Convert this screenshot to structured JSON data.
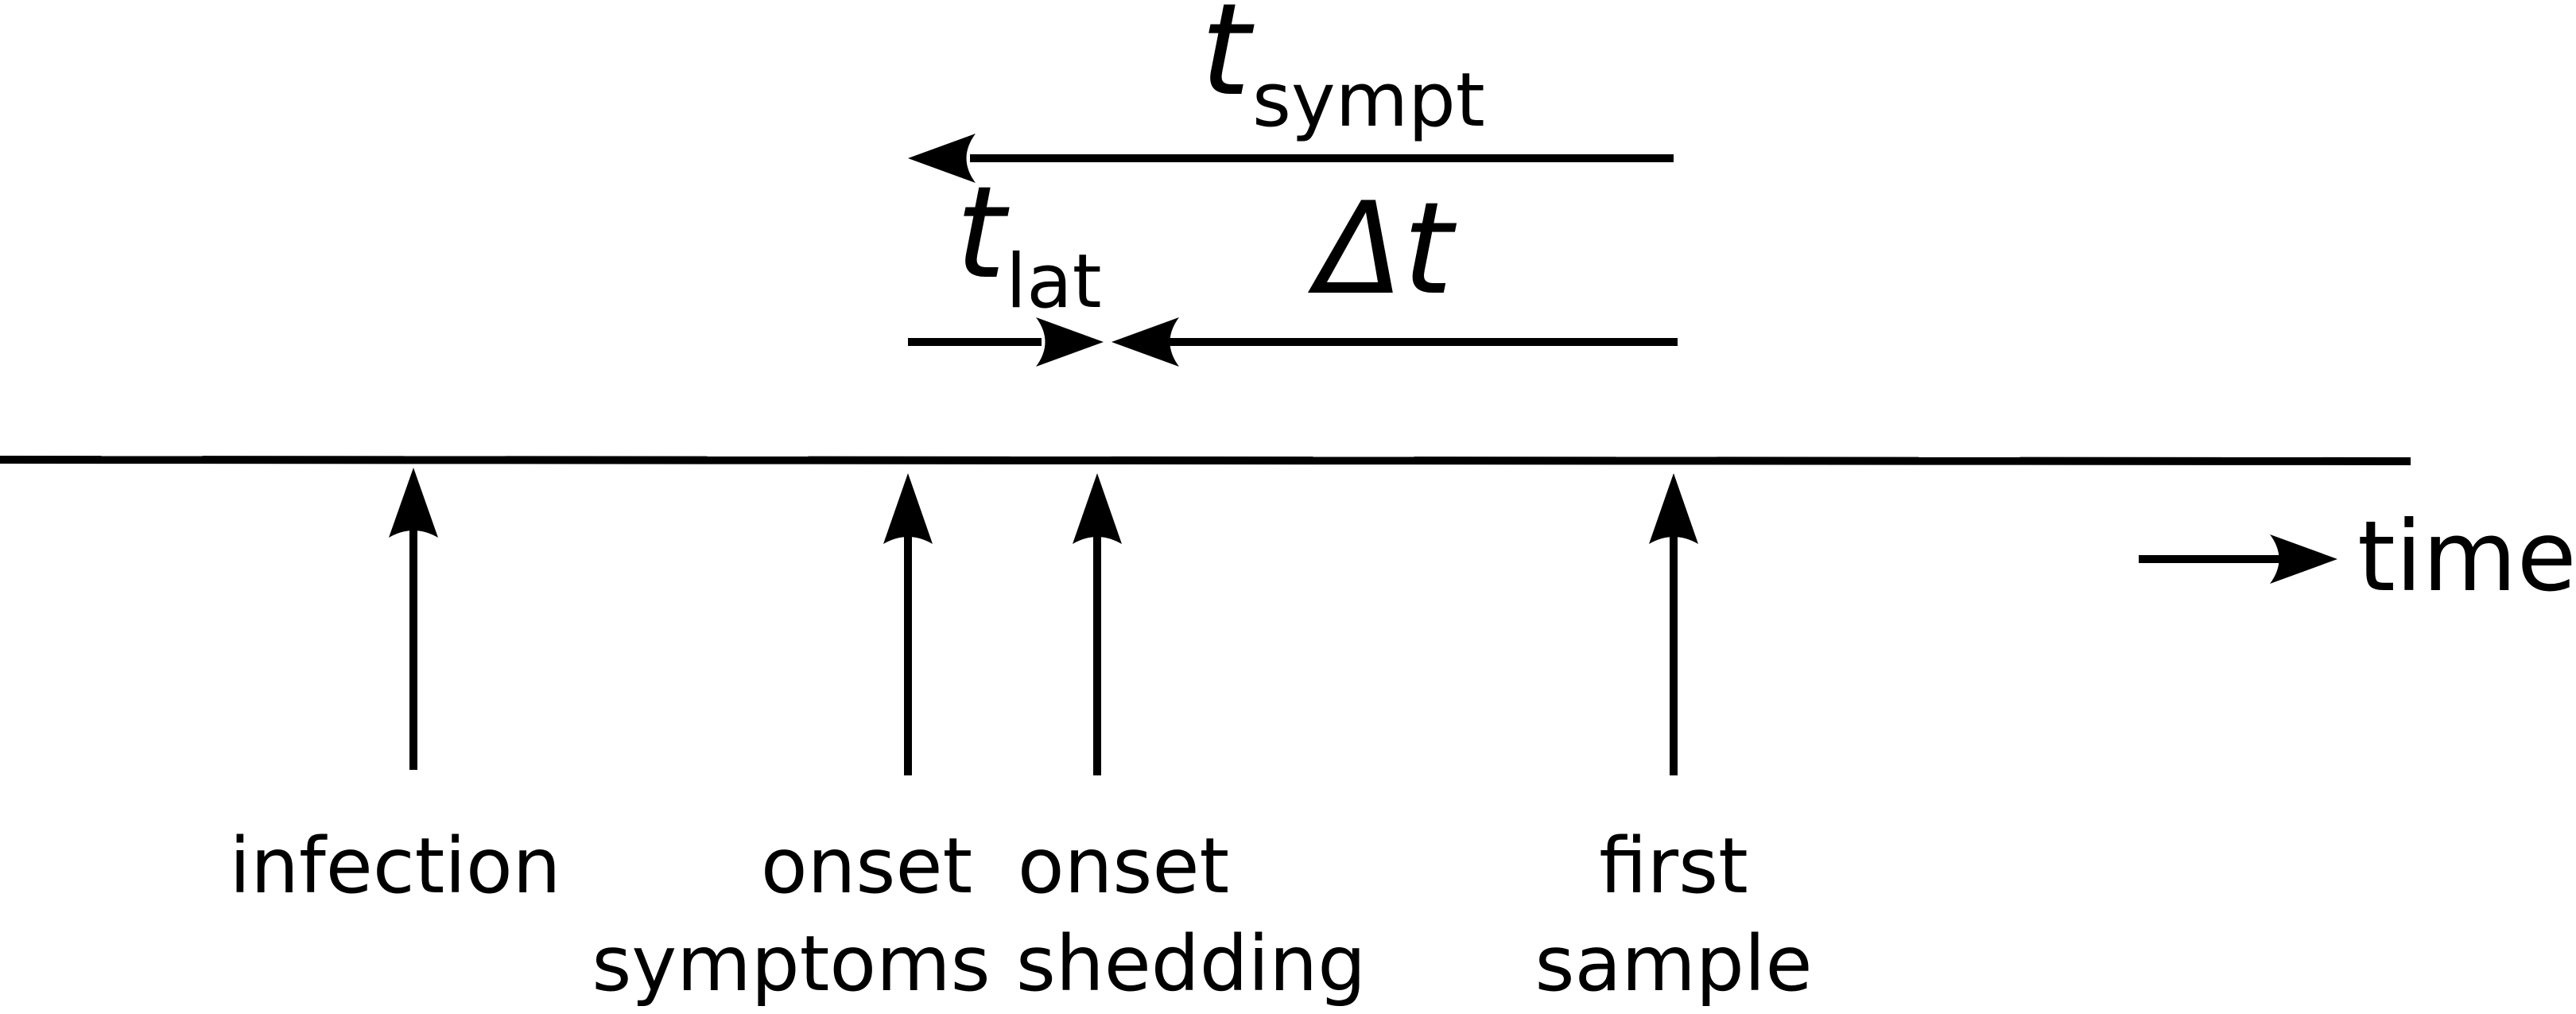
{
  "events": [
    {
      "key": "infection",
      "lines": [
        "infection"
      ]
    },
    {
      "key": "onset-symptoms",
      "lines": [
        "onset",
        "symptoms"
      ]
    },
    {
      "key": "onset-shedding",
      "lines": [
        "onset",
        "shedding"
      ]
    },
    {
      "key": "first-sample",
      "lines": [
        "first",
        "sample"
      ]
    }
  ],
  "intervals": {
    "t_sympt": {
      "symbol": "t",
      "subscript": "sympt"
    },
    "t_lat": {
      "symbol": "t",
      "subscript": "lat"
    },
    "delta_t": {
      "symbol": "Δt"
    }
  },
  "axis": {
    "label": "time"
  },
  "colors": {
    "ink": "#000000",
    "background": "#ffffff"
  }
}
